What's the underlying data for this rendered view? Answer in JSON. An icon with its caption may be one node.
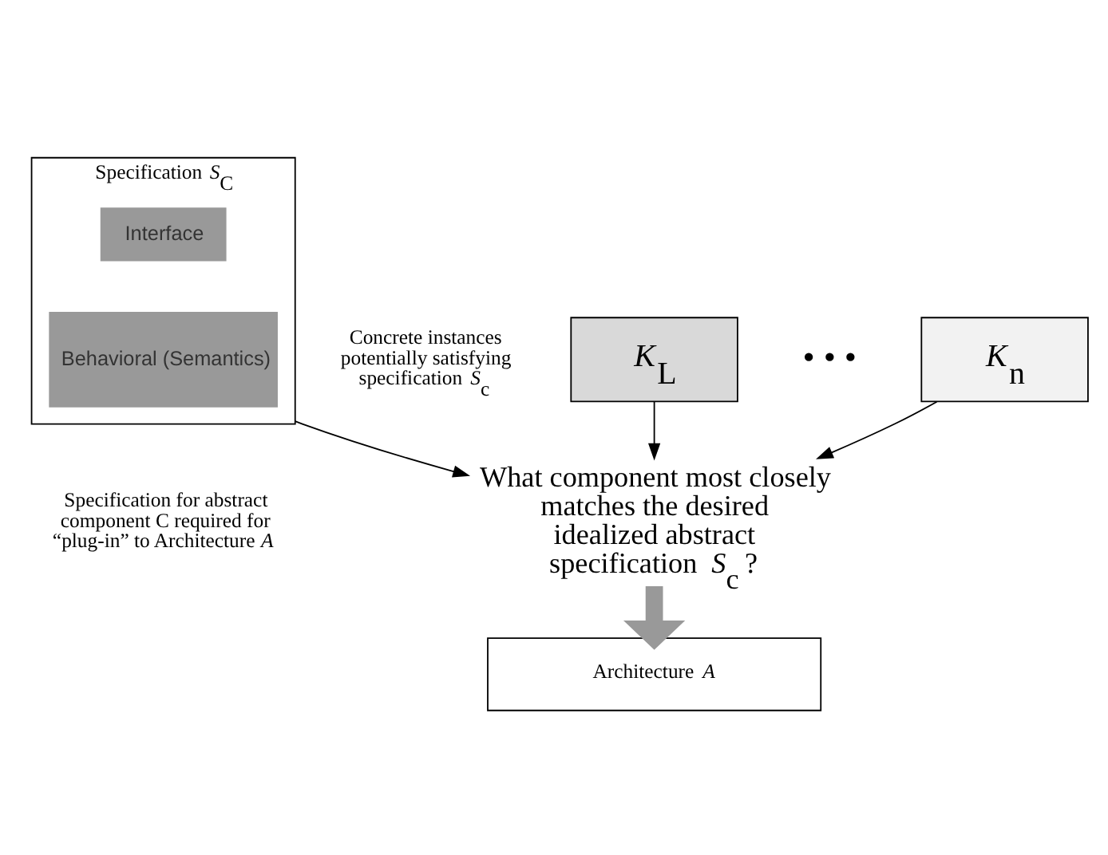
{
  "diagram": {
    "nodes": [
      {
        "text": [
          "*K*$_{L}$"
        ]
      },
      {
        "text": [
          "*K*$_{n}$"
        ]
      },
      {
        "text": [
          "What component most closely matches the desired idealized abstract specification *S*$_{c}$ ?"
        ]
      },
      {
        "text": [
          "Specification *S*$_{C}$"
        ],
        "beside": [
          "Specification for abstract component C required for “plug-in” to Architecture *A*"
        ]
      },
      {
        "text": [
          "Interface"
        ],
        "in": 3
      },
      {
        "text": [
          "Behavioral (Semantics)"
        ],
        "in": 3
      },
      {
        "text": [
          "Architecture *A*"
        ]
      }
    ],
    "edges": [
      {
        "from": 0,
        "to": 2,
        "arrow": "to"
      },
      {
        "from": 1,
        "to": 2,
        "arrow": "to"
      },
      {
        "from": 3,
        "to": 2,
        "arrow": "to"
      },
      {
        "from": 2,
        "to": 6,
        "arrow": "to",
        "style": "thick",
        "color": "#999999"
      }
    ],
    "labels": [
      "Concrete instances potentially satisfying specification *S*$_{c}$",
      "• • •"
    ]
  }
}
